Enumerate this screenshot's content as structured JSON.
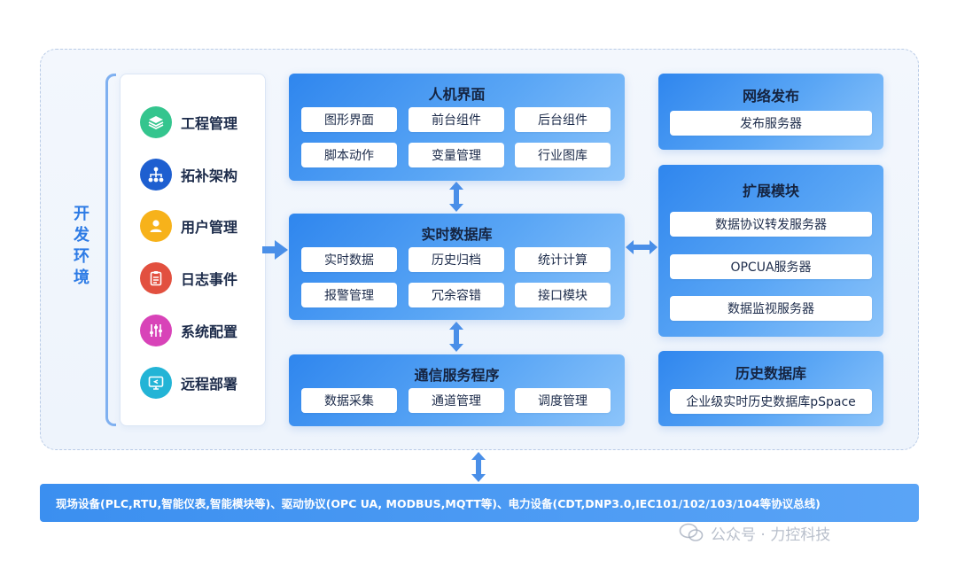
{
  "dev_env": {
    "label": "开发环境"
  },
  "dev_panel": {
    "items": [
      {
        "label": "工程管理",
        "icon": "layers-icon",
        "color": "#34c58e"
      },
      {
        "label": "拓补架构",
        "icon": "topology-icon",
        "color": "#1e5fd0"
      },
      {
        "label": "用户管理",
        "icon": "user-icon",
        "color": "#f7b21a"
      },
      {
        "label": "日志事件",
        "icon": "clipboard-icon",
        "color": "#e2503f"
      },
      {
        "label": "系统配置",
        "icon": "sliders-icon",
        "color": "#d843b8"
      },
      {
        "label": "远程部署",
        "icon": "monitor-icon",
        "color": "#23b4d6"
      }
    ]
  },
  "hmi": {
    "title": "人机界面",
    "chips": [
      "图形界面",
      "前台组件",
      "后台组件",
      "脚本动作",
      "变量管理",
      "行业图库"
    ]
  },
  "rtdb": {
    "title": "实时数据库",
    "chips": [
      "实时数据",
      "历史归档",
      "统计计算",
      "报警管理",
      "冗余容错",
      "接口模块"
    ]
  },
  "comm": {
    "title": "通信服务程序",
    "chips": [
      "数据采集",
      "通道管理",
      "调度管理"
    ]
  },
  "net_publish": {
    "title": "网络发布",
    "chips": [
      "发布服务器"
    ]
  },
  "extension": {
    "title": "扩展模块",
    "chips": [
      "数据协议转发服务器",
      "OPCUA服务器",
      "数据监视服务器"
    ]
  },
  "history_db": {
    "title": "历史数据库",
    "chips": [
      "企业级实时历史数据库pSpace"
    ]
  },
  "bottom_bar": {
    "text": "现场设备(PLC,RTU,智能仪表,智能模块等)、驱动协议(OPC UA, MODBUS,MQTT等)、电力设备(CDT,DNP3.0,IEC101/102/103/104等协议总线)"
  },
  "watermark": {
    "text": "公众号 · 力控科技"
  },
  "colors": {
    "accent": "#2f86ee",
    "arrow": "#4a8fe8",
    "panel_border": "#dbe6f5"
  }
}
